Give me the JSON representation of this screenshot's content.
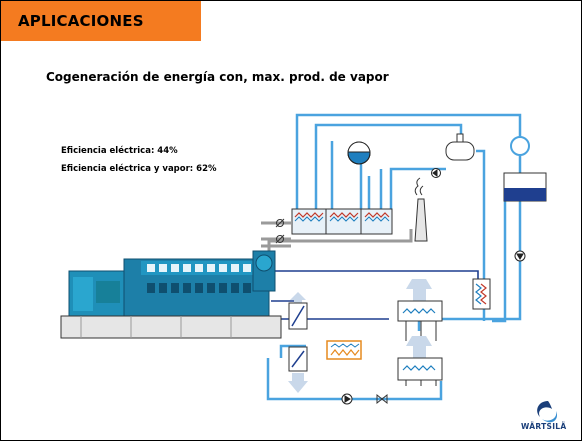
{
  "header": {
    "title": "APLICACIONES"
  },
  "slide": {
    "subtitle": "Cogeneración de energía con, max. prod. de vapor",
    "efficiency_electric": "Eficiencia eléctrica: 44%",
    "efficiency_electric_steam": "Eficiencia eléctrica y vapor: 62%"
  },
  "logo": {
    "text": "WÄRTSILÄ"
  },
  "colors": {
    "orange": "#f47b20",
    "pipe_blue": "#4aa3df",
    "pipe_dark": "#1f3f8f",
    "gray": "#9a9a9a",
    "engine": "#1d7fa8"
  }
}
